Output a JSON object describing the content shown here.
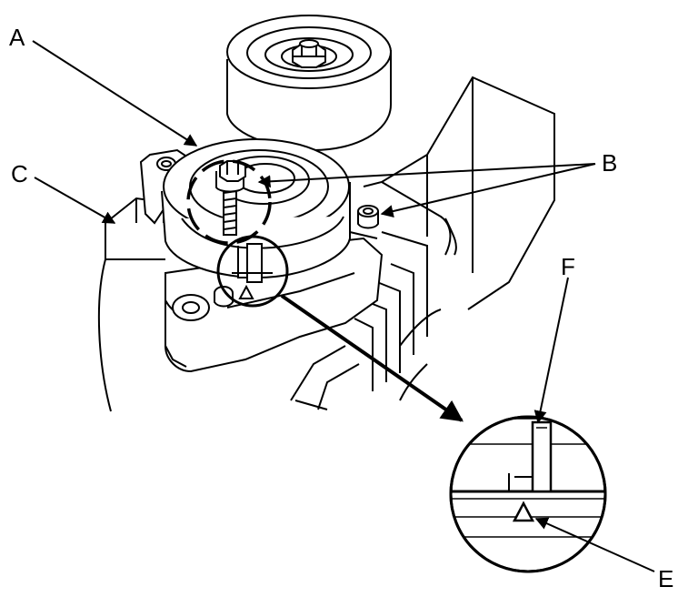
{
  "callouts": {
    "a": "A",
    "b": "B",
    "c": "C",
    "e": "E",
    "f": "F"
  },
  "colors": {
    "line": "#000000",
    "background": "#ffffff"
  },
  "icons": {
    "arrowhead": "arrowhead-icon",
    "index-triangle": "triangle-mark-icon"
  }
}
